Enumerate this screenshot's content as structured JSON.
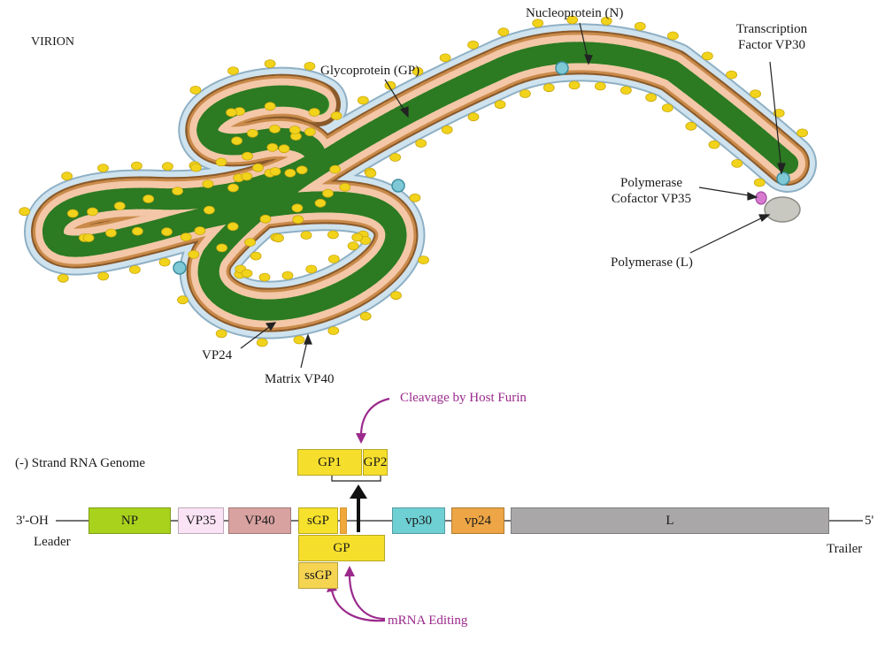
{
  "virion": {
    "title": "VIRION",
    "labels": {
      "nucleoprotein": "Nucleoprotein (N)",
      "glycoprotein": "Glycoprotein (GP)",
      "vp30_line1": "Transcription",
      "vp30_line2": "Factor VP30",
      "vp35_line1": "Polymerase",
      "vp35_line2": "Cofactor VP35",
      "polymerase": "Polymerase (L)",
      "vp24": "VP24",
      "vp40": "Matrix VP40"
    },
    "colors": {
      "envelope": "#cfe3ef",
      "envelope_edge": "#8fb0c4",
      "matrix": "#8a5a2b",
      "lumen": "#f3c7a7",
      "nucleocapsid": "#3f9a2f",
      "glycoprotein": "#f2d31b",
      "vp30": "#7fc8d6",
      "vp35": "#d77ad0",
      "polymerase": "#c8c8c0"
    }
  },
  "genome": {
    "title": "(-) Strand RNA Genome",
    "left_end": "3'-OH",
    "left_region": "Leader",
    "right_end": "5'",
    "right_region": "Trailer",
    "cleavage_label": "Cleavage by Host Furin",
    "editing_label": "mRNA Editing",
    "genes": {
      "np": {
        "label": "NP",
        "color": "#a8d21c"
      },
      "vp35": {
        "label": "VP35",
        "color": "#fbe3f6"
      },
      "vp40": {
        "label": "VP40",
        "color": "#d8a2a0"
      },
      "sgp": {
        "label": "sGP",
        "color": "#f6e12c"
      },
      "vp30": {
        "label": "vp30",
        "color": "#6fd0d4"
      },
      "vp24": {
        "label": "vp24",
        "color": "#eda545"
      },
      "l": {
        "label": "L",
        "color": "#a9a7a7"
      },
      "gp": {
        "label": "GP",
        "color": "#f6df2c"
      },
      "ssgp": {
        "label": "ssGP",
        "color": "#f5d451"
      },
      "gp1": {
        "label": "GP1",
        "color": "#f6df2c"
      },
      "gp2": {
        "label": "GP2",
        "color": "#f6df2c"
      }
    }
  }
}
